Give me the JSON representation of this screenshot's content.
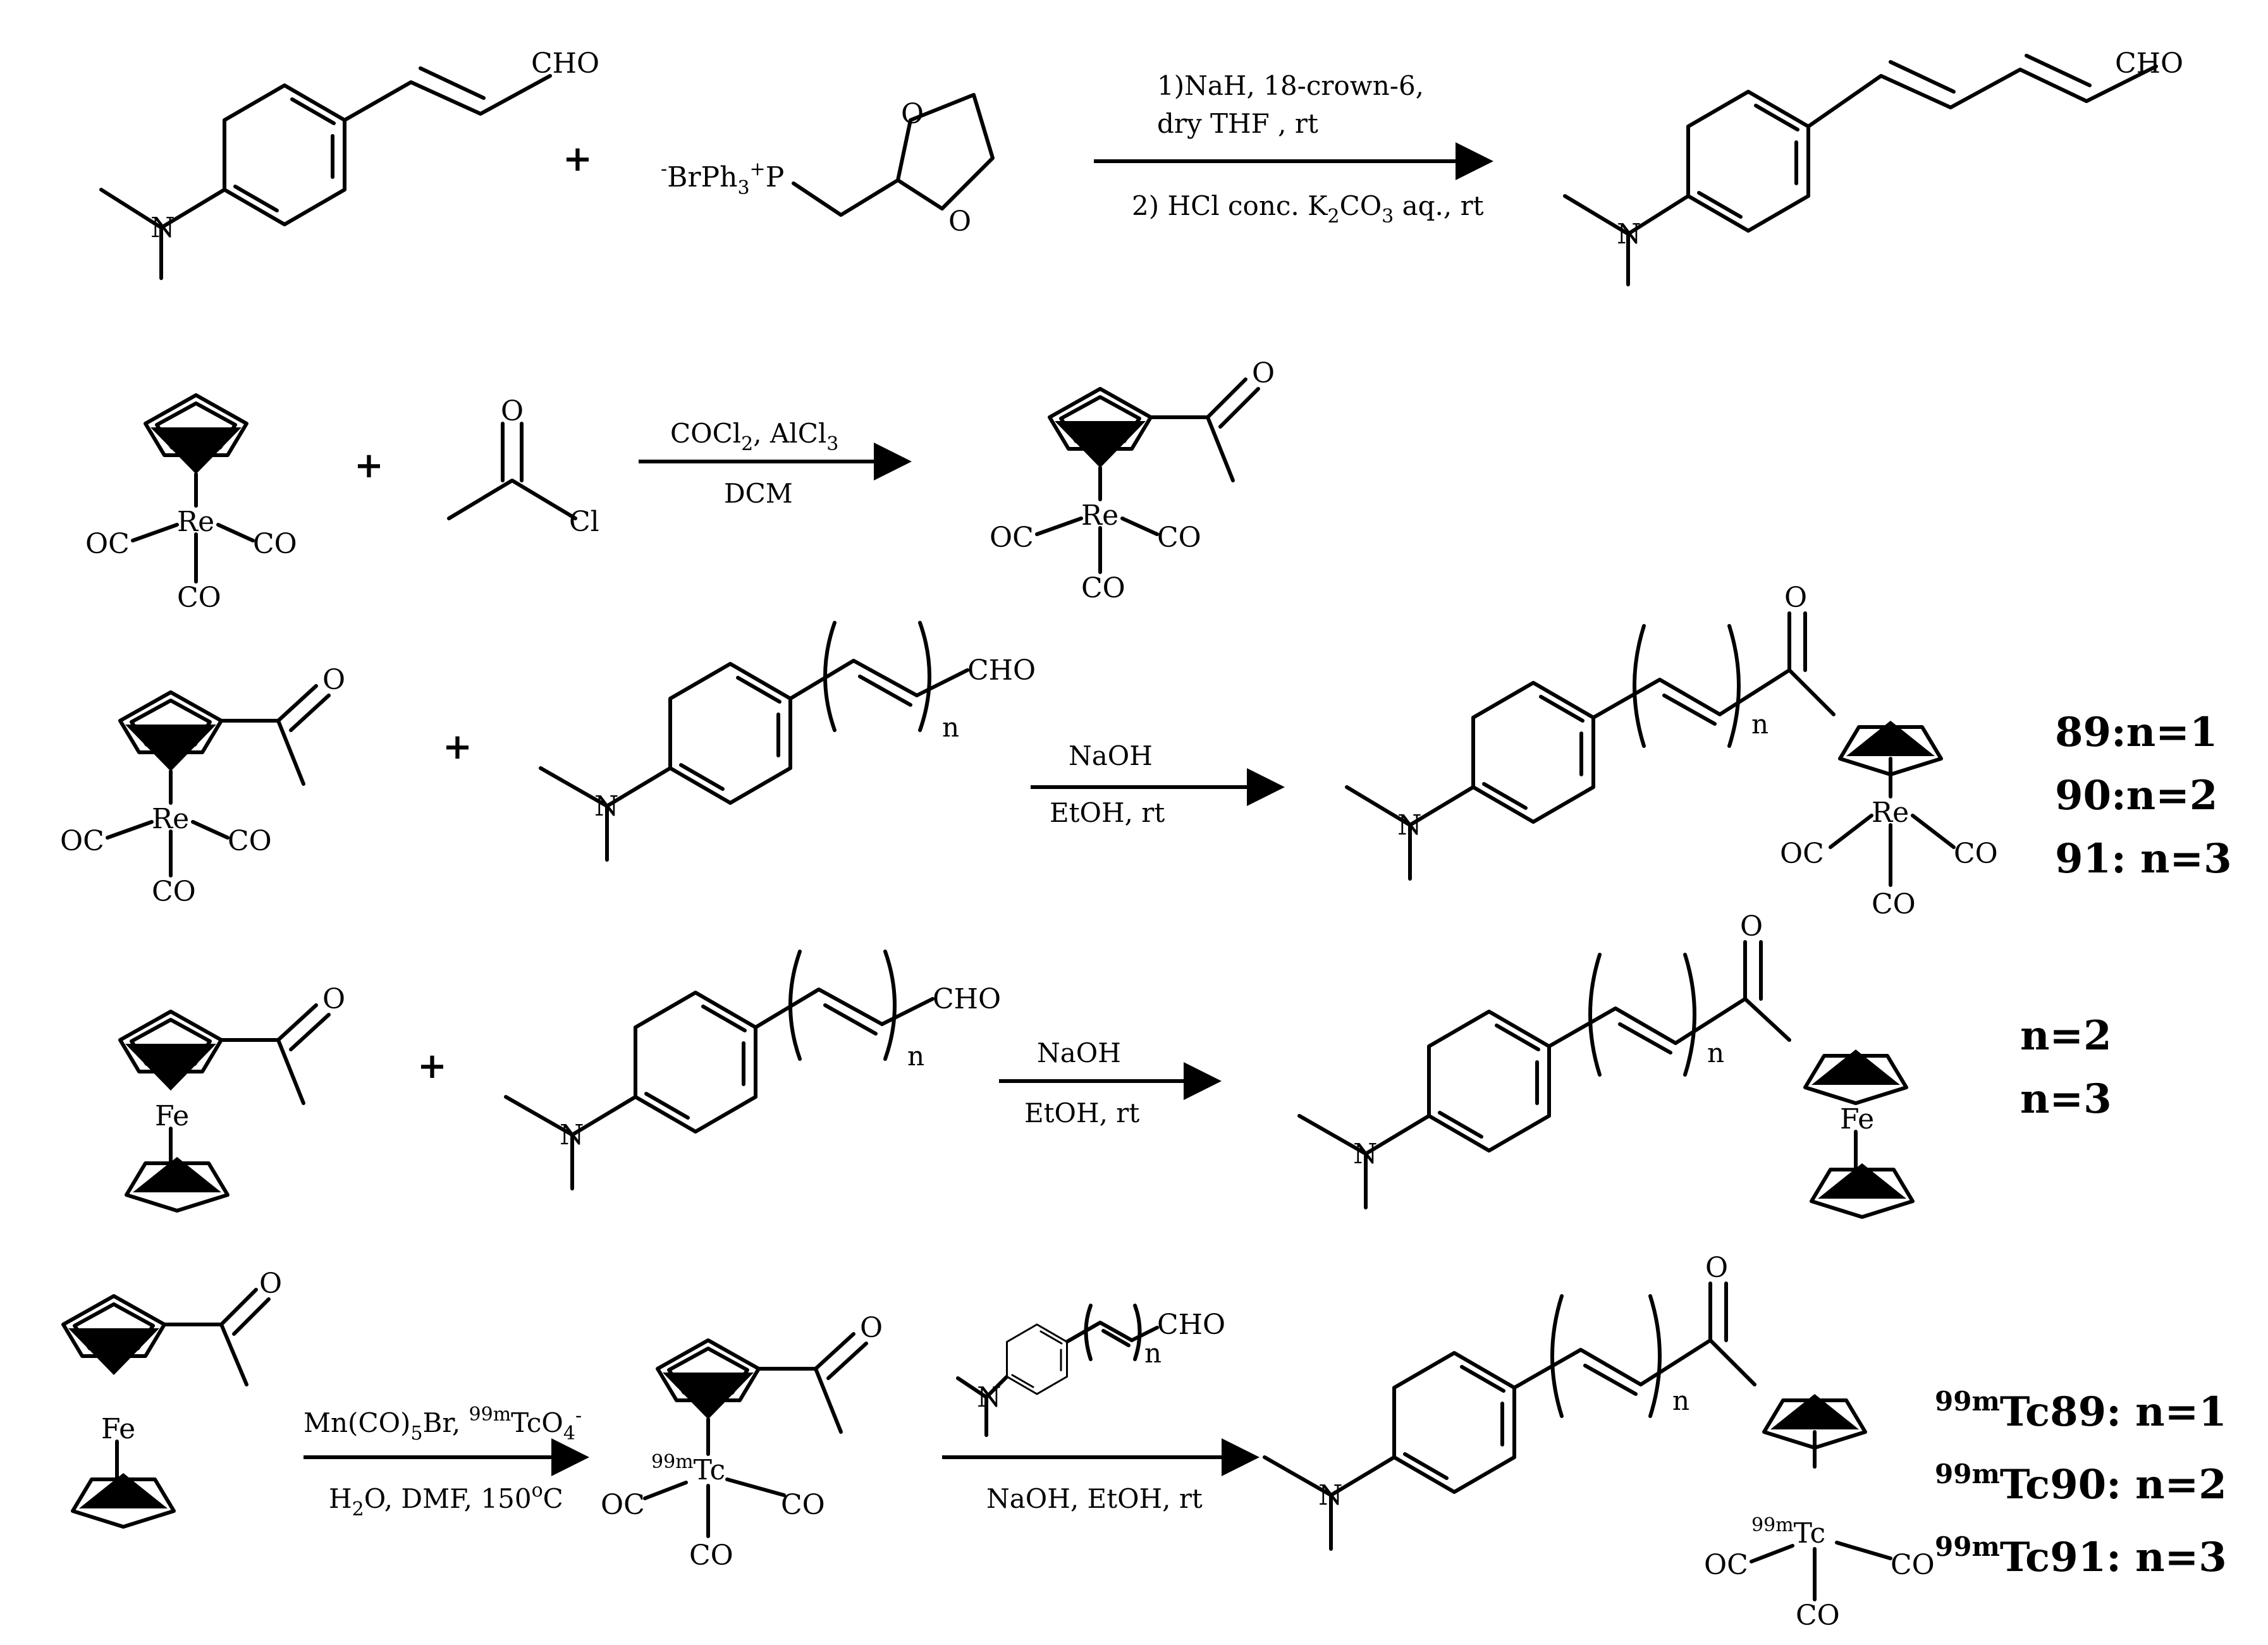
{
  "row1": {
    "cho": "CHO",
    "n_atom": "N",
    "plus": "+",
    "ylide": "BrPh3+P",
    "ylide_parts": {
      "minus": "-",
      "br": "BrPh",
      "sub3": "3",
      "plus": "+",
      "p": "P"
    },
    "o_top": "O",
    "o_bottom": "O",
    "cond_top_1": "1)NaH, 18-crown-6,",
    "cond_top_2": "dry THF , rt",
    "cond_bottom": {
      "a": "2) HCl conc. K",
      "sub": "2",
      "b": "CO",
      "sub2": "3",
      "c": " aq., rt"
    },
    "product_cho": "CHO",
    "product_n": "N"
  },
  "row2": {
    "re": "Re",
    "oc": "OC",
    "co_right": "CO",
    "co_bottom": "CO",
    "plus": "+",
    "o": "O",
    "cl": "Cl",
    "cond_top": {
      "a": "COCl",
      "sub": "2",
      "b": ", AlCl",
      "sub2": "3"
    },
    "cond_bottom": "DCM",
    "prod_o": "O",
    "prod_re": "Re",
    "prod_oc": "OC",
    "prod_co_right": "CO",
    "prod_co_bottom": "CO"
  },
  "row3": {
    "o": "O",
    "re": "Re",
    "oc": "OC",
    "co_right": "CO",
    "co_bottom": "CO",
    "plus": "+",
    "cho": "CHO",
    "n_sub": "n",
    "n_atom": "N",
    "cond_top": "NaOH",
    "cond_bottom": "EtOH, rt",
    "prod_o": "O",
    "prod_n_sub": "n",
    "prod_n": "N",
    "prod_re": "Re",
    "prod_oc": "OC",
    "prod_co_right": "CO",
    "prod_co_bottom": "CO",
    "labels": [
      "89:n=1",
      "90:n=2",
      "91: n=3"
    ]
  },
  "row4": {
    "o": "O",
    "fe": "Fe",
    "plus": "+",
    "cho": "CHO",
    "n_sub": "n",
    "n_atom": "N",
    "cond_top": "NaOH",
    "cond_bottom": "EtOH, rt",
    "prod_o": "O",
    "prod_n_sub": "n",
    "prod_n": "N",
    "prod_fe": "Fe",
    "labels": [
      "n=2",
      "n=3"
    ]
  },
  "row5": {
    "o": "O",
    "fe": "Fe",
    "cond1_top": {
      "a": "Mn(CO)",
      "sub": "5",
      "b": "Br, ",
      "sup": "99m",
      "c": "TcO",
      "sub2": "4",
      "sup2": "-"
    },
    "cond1_bottom": {
      "a": "H",
      "sub": "2",
      "b": "O, DMF, 150",
      "sup": "o",
      "c": "C"
    },
    "int_o": "O",
    "int_tc_sup": "99m",
    "int_tc": "Tc",
    "int_oc": "OC",
    "int_co_right": "CO",
    "int_co_bottom": "CO",
    "reagent_cho": "CHO",
    "reagent_n_sub": "n",
    "reagent_n": "N",
    "cond2_bottom": "NaOH, EtOH, rt",
    "prod_o": "O",
    "prod_n_sub": "n",
    "prod_n": "N",
    "prod_tc_sup": "99m",
    "prod_tc": "Tc",
    "prod_oc": "OC",
    "prod_co_right": "CO",
    "prod_co_bottom": "CO",
    "labels": [
      {
        "sup": "99m",
        "text": "Tc89: n=1"
      },
      {
        "sup": "99m",
        "text": "Tc90: n=2"
      },
      {
        "sup": "99m",
        "text": "Tc91: n=3"
      }
    ]
  }
}
